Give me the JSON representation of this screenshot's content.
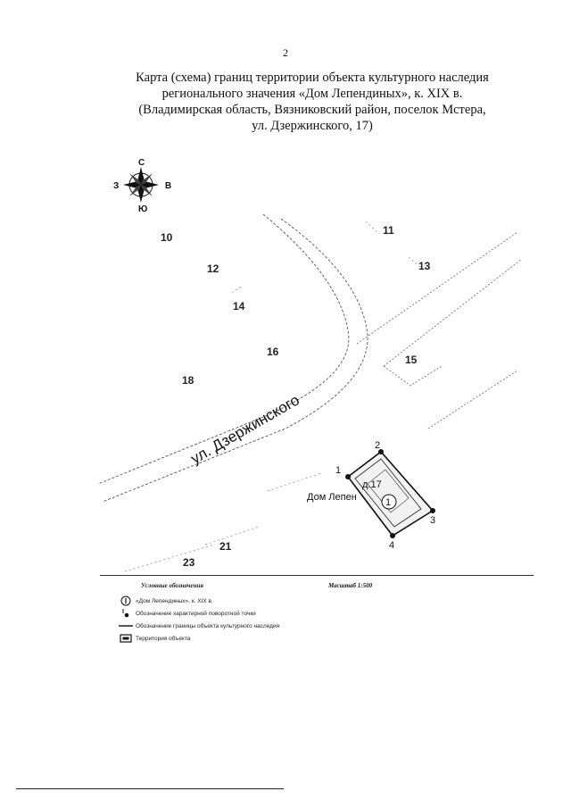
{
  "page_number": "2",
  "title_lines": [
    "Карта (схема) границ территории объекта культурного наследия",
    "регионального значения «Дом Лепендиных», к. XIX в.",
    "(Владимирская область, Вязниковский район, поселок Мстера,",
    "ул. Дзержинского, 17)"
  ],
  "compass": {
    "north": "С",
    "south": "Ю",
    "west": "З",
    "east": "В"
  },
  "lots": [
    "10",
    "11",
    "12",
    "13",
    "14",
    "15",
    "16",
    "18",
    "21",
    "23"
  ],
  "street_label": "ул. Дзержинского",
  "object": {
    "house_label": "Дом Лепен",
    "number_label": "д.17",
    "marker": "1",
    "points": [
      "1",
      "2",
      "3",
      "4"
    ]
  },
  "legend": {
    "heading": "Условные обозначения",
    "scale": "Масштаб 1:500",
    "items": [
      {
        "symbol": "circle-1",
        "text": "«Дом Лепендиных», к. XIX в."
      },
      {
        "symbol": "turn-point",
        "text": "Обозначение характерной поворотной точки"
      },
      {
        "symbol": "boundary-line",
        "text": "Обозначение границы объекта культурного наследия"
      },
      {
        "symbol": "territory-box",
        "text": "Территория объекта"
      }
    ]
  }
}
